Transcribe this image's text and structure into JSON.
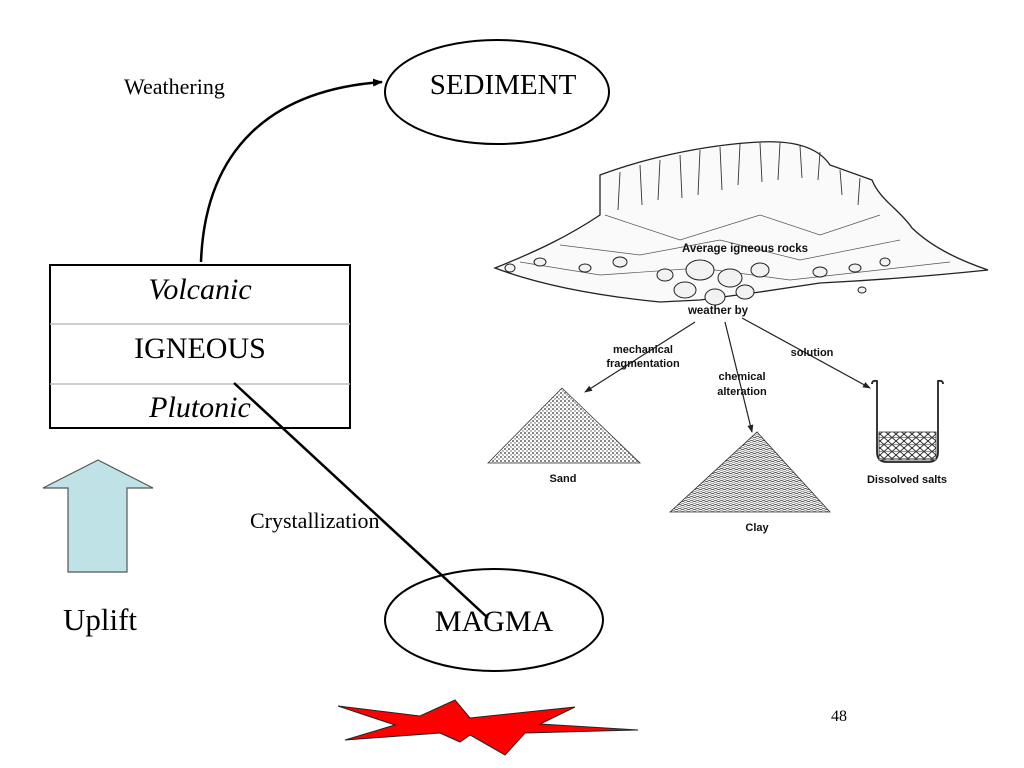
{
  "labels": {
    "weathering": "Weathering",
    "crystallization": "Crystallization",
    "uplift": "Uplift",
    "page_number": "48"
  },
  "nodes": {
    "sediment": "SEDIMENT",
    "magma": "MAGMA",
    "igneous": {
      "top": "Volcanic",
      "middle": "IGNEOUS",
      "bottom": "Plutonic"
    }
  },
  "illustration": {
    "title": "Average igneous rocks",
    "weather_by": "weather by",
    "branch_mechanical_line1": "mechanical",
    "branch_mechanical_line2": "fragmentation",
    "branch_chemical_line1": "chemical",
    "branch_chemical_line2": "alteration",
    "branch_solution": "solution",
    "product_sand": "Sand",
    "product_clay": "Clay",
    "product_salts": "Dissolved salts"
  },
  "colors": {
    "uplift_arrow": "#bfe2e6",
    "heat_burst": "#ff0000"
  }
}
